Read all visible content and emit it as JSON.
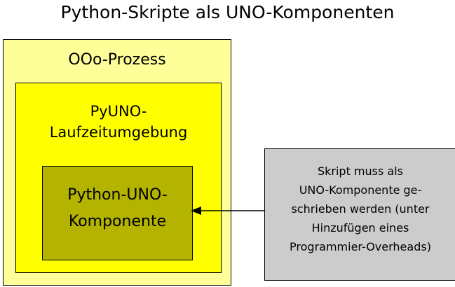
{
  "title": "Python-Skripte als UNO-Komponenten",
  "colors": {
    "background": "#ffffff",
    "outer_box_fill": "#ffff99",
    "inner_box_fill": "#ffff00",
    "component_box_fill": "#b3b300",
    "note_box_fill": "#cccccc",
    "stroke": "#000000",
    "text": "#000000"
  },
  "outer_box": {
    "label": "OOo-Prozess"
  },
  "inner_box": {
    "label_line1": "PyUNO-",
    "label_line2": "Laufzeitumgebung"
  },
  "component_box": {
    "label_line1": "Python-UNO-",
    "label_line2": "Komponente"
  },
  "note_box": {
    "line1": "Skript muss als",
    "line2": "UNO-Komponente ge-",
    "line3": "schrieben werden (unter",
    "line4": "Hinzufügen eines",
    "line5": "Programmier-Overheads)"
  },
  "connector": {
    "name": "arrow-note-to-component",
    "direction": "right-to-left",
    "head": "filled-triangle"
  }
}
